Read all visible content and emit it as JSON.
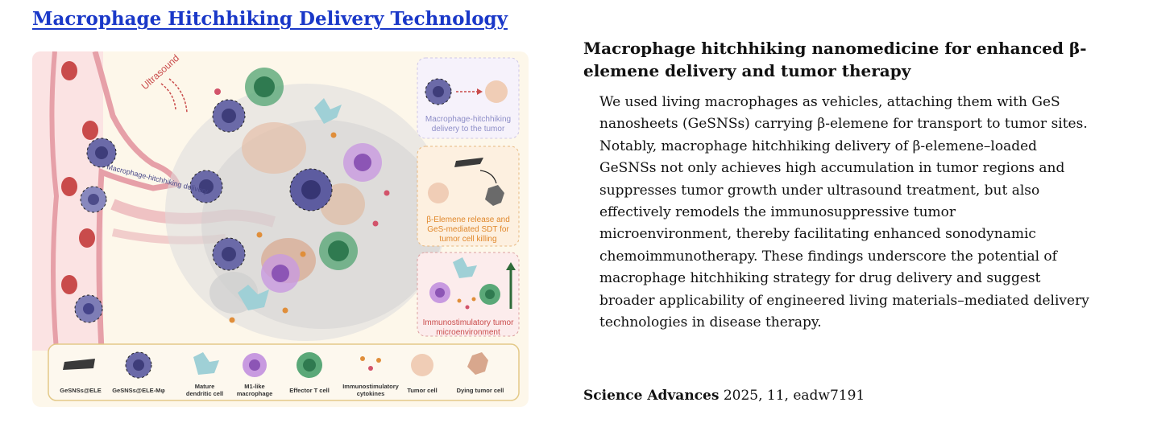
{
  "page": {
    "title": "Macrophage Hitchhiking Delivery Technology"
  },
  "figure": {
    "ultrasound_label": "Ultrasound",
    "delivery_path_label": "Macrophage-hitchhiking delivery",
    "panel_1_caption_line1": "Macrophage-hitchhiking",
    "panel_1_caption_line2": "delivery to the tumor",
    "panel_2_caption_line1": "β-Elemene release and",
    "panel_2_caption_line2": "GeS-mediated SDT for",
    "panel_2_caption_line3": "tumor cell killing",
    "panel_3_caption_line1": "Immunostimulatory tumor",
    "panel_3_caption_line2": "microenvironment",
    "legend": [
      {
        "label_line1": "GeSNSs@ELE",
        "label_line2": ""
      },
      {
        "label_line1": "GeSNSs@ELE-Mφ",
        "label_line2": ""
      },
      {
        "label_line1": "Mature",
        "label_line2": "dendritic cell"
      },
      {
        "label_line1": "M1-like",
        "label_line2": "macrophage"
      },
      {
        "label_line1": "Effector T cell",
        "label_line2": ""
      },
      {
        "label_line1": "Immunostimulatory",
        "label_line2": "cytokines"
      },
      {
        "label_line1": "Tumor cell",
        "label_line2": ""
      },
      {
        "label_line1": "Dying tumor cell",
        "label_line2": ""
      }
    ]
  },
  "article": {
    "headline": "Macrophage hitchhiking nanomedicine for enhanced β-elemene delivery and tumor therapy",
    "abstract": "We used living macrophages as vehicles, attaching them with GeS nanosheets (GeSNSs) carrying β-elemene for transport to tumor sites. Notably, macrophage hitchhiking delivery of β-elemene–loaded GeSNSs not only achieves high accumulation in tumor regions and suppresses tumor growth under ultrasound treatment, but also effectively remodels the immunosuppressive tumor microenvironment, thereby facilitating enhanced sonodynamic chemoimmunotherapy. These findings underscore the potential of macrophage hitchhiking strategy for drug delivery and suggest broader applicability of engineered living materials–mediated delivery technologies in disease therapy.",
    "journal": "Science Advances",
    "citation_rest": " 2025, 11, eadw7191"
  },
  "colors": {
    "title_link": "#1a38c8",
    "figure_background": "#fdf7ea",
    "vessel_wall": "#e9a6ad",
    "red_blood_cell": "#c94b4b",
    "macrophage": "#6b6aa8",
    "effector_t_cell": "#5aa878",
    "m1_macrophage": "#b77ad6",
    "dendritic_cell": "#9fd0d6",
    "tumor_cell": "#f0cdb6",
    "panel_2_text": "#e0872a",
    "panel_3_text": "#c94b4b",
    "panel_1_text": "#8d8dc7",
    "arrow_green": "#2f6b3a"
  }
}
